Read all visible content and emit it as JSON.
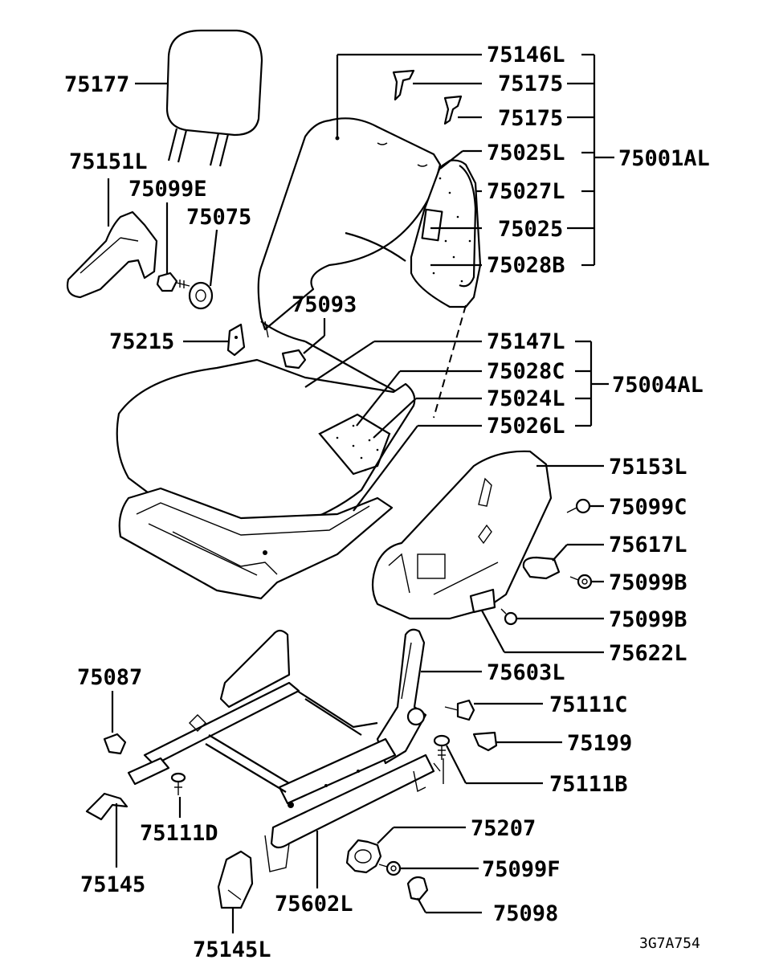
{
  "labels": {
    "l75177": "75177",
    "l75151L": "75151L",
    "l75099E": "75099E",
    "l75075": "75075",
    "l75093": "75093",
    "l75215": "75215",
    "l75146L": "75146L",
    "l75175a": "75175",
    "l75175b": "75175",
    "l75025L": "75025L",
    "l75027L": "75027L",
    "l75025": "75025",
    "l75028B": "75028B",
    "l75001AL": "75001AL",
    "l75147L": "75147L",
    "l75028C": "75028C",
    "l75024L": "75024L",
    "l75026L": "75026L",
    "l75004AL": "75004AL",
    "l75153L": "75153L",
    "l75099C": "75099C",
    "l75617L": "75617L",
    "l75099Ba": "75099B",
    "l75099Bb": "75099B",
    "l75622L": "75622L",
    "l75603L": "75603L",
    "l75087": "75087",
    "l75111C": "75111C",
    "l75199": "75199",
    "l75111B": "75111B",
    "l75111D": "75111D",
    "l75207": "75207",
    "l75099F": "75099F",
    "l75145": "75145",
    "l75602L": "75602L",
    "l75098": "75098",
    "l75145L": "75145L"
  },
  "diagram_code": "3G7A754"
}
